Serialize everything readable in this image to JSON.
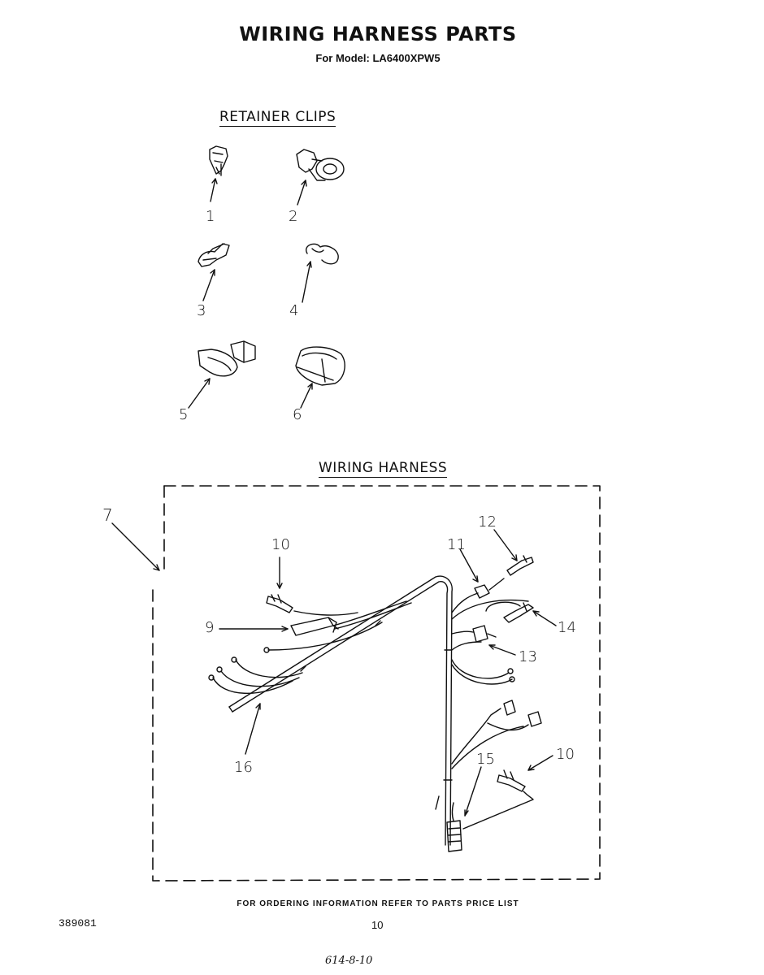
{
  "header": {
    "title": "WIRING HARNESS PARTS",
    "model": "For Model: LA6400XPW5"
  },
  "sections": {
    "retainer_clips": "RETAINER CLIPS",
    "wiring_harness": "WIRING HARNESS"
  },
  "clip_numbers": [
    "1",
    "2",
    "3",
    "4",
    "5",
    "6"
  ],
  "harness_numbers": [
    "7",
    "9",
    "10",
    "11",
    "12",
    "14",
    "13",
    "16",
    "15",
    "10"
  ],
  "footer": {
    "ordering_note": "FOR ORDERING INFORMATION REFER TO PARTS PRICE LIST",
    "doc_number": "389081",
    "page_number": "10",
    "handwritten": "614-8-10"
  }
}
